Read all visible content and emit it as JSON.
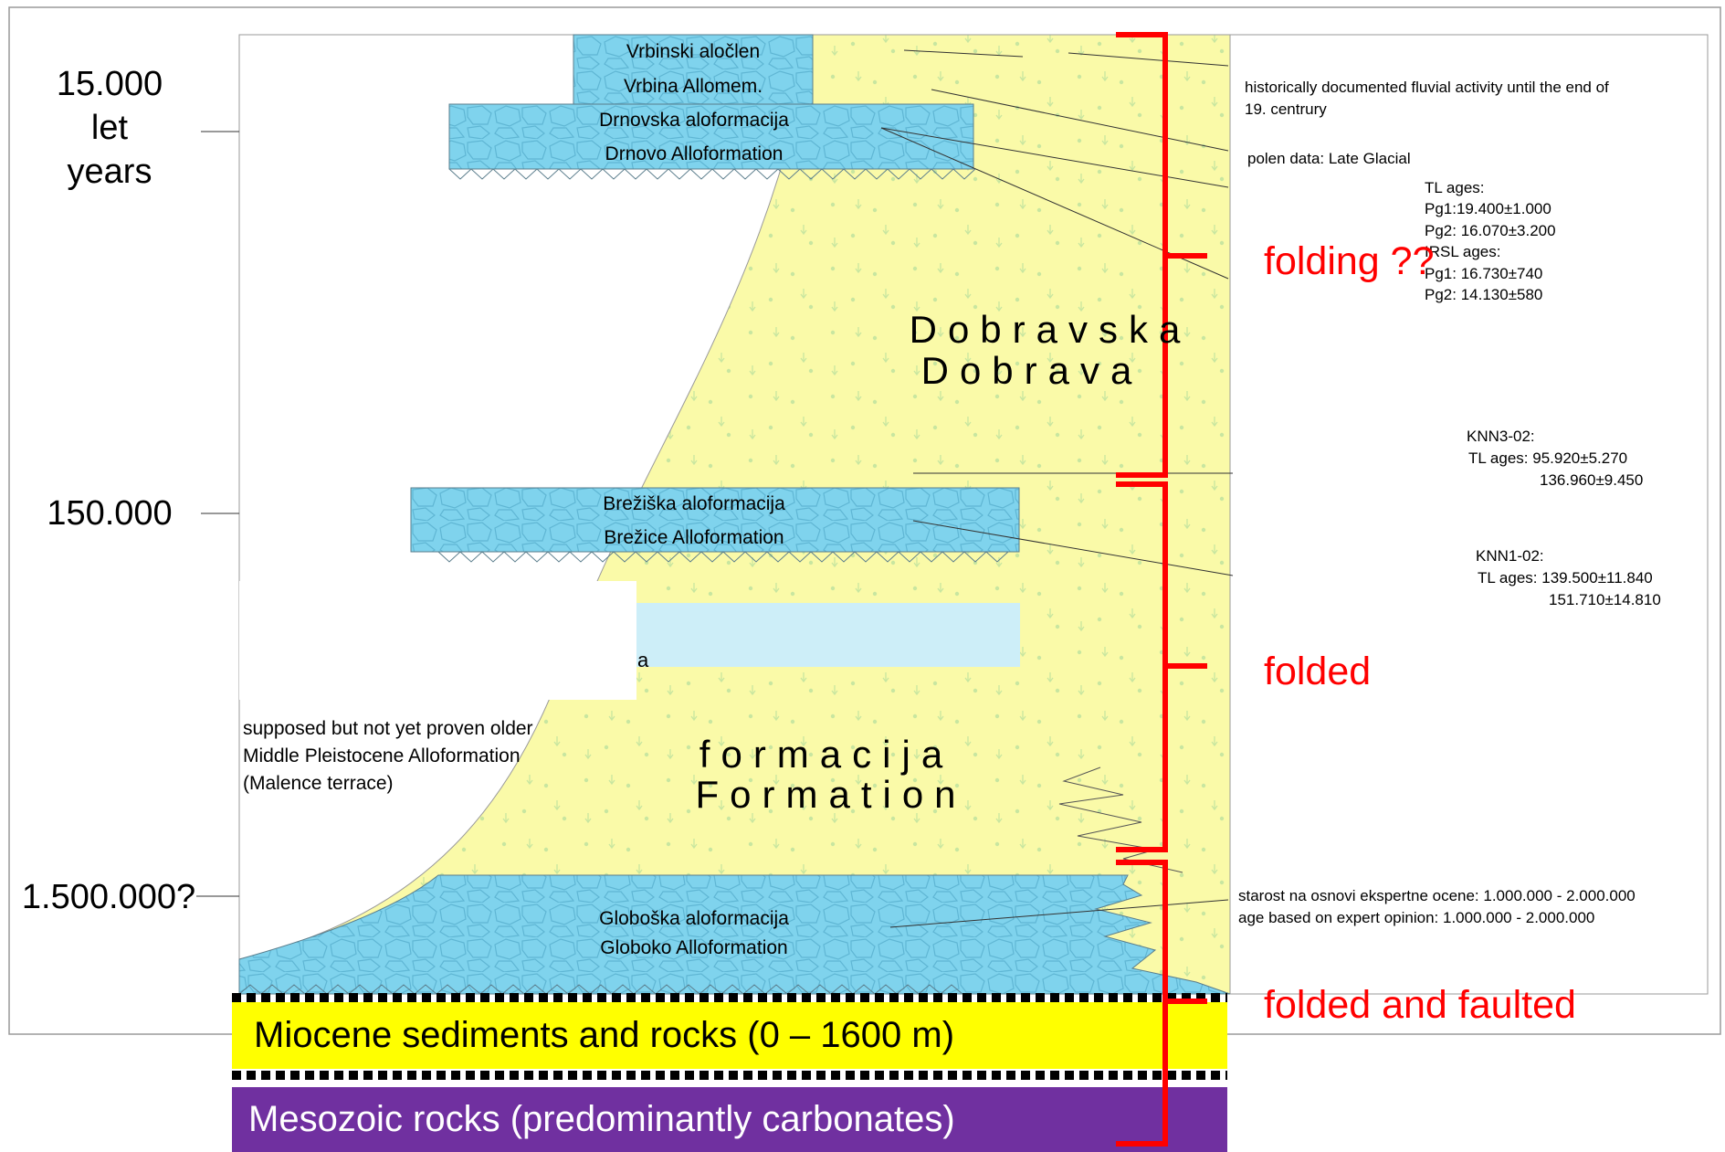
{
  "ages": {
    "a15k": {
      "value": "15.000",
      "unit_sl": "let",
      "unit_en": "years"
    },
    "a150k": "150.000",
    "a1500k": "1.500.000?"
  },
  "units": {
    "vrbina": {
      "sl": "Vrbinski aločlen",
      "en": "Vrbina Allomem."
    },
    "drnovo": {
      "sl": "Drnovska aloformacija",
      "en": "Drnovo Alloformation"
    },
    "brezice": {
      "sl": "Brežiška aloformacija",
      "en": "Brežice Alloformation"
    },
    "globoko": {
      "sl": "Globoška aloformacija",
      "en": "Globoko Alloformation"
    },
    "dobrava": {
      "sl": "Dobravska",
      "en": "Dobrava"
    },
    "formacija": {
      "sl": "formacija",
      "en": "Formation"
    },
    "partial_letter": "a"
  },
  "supposed": {
    "line1": "supposed but not yet proven older",
    "line2": "Middle Pleistocene Alloformation",
    "line3": "(Malence terrace)"
  },
  "notes": {
    "fluvial": {
      "line1": "historically documented fluvial activity until the end of",
      "line2": "19. centrury"
    },
    "polen": "polen data: Late Glacial",
    "tl_ages": [
      "TL ages:",
      "Pg1:19.400±1.000",
      "Pg2: 16.070±3.200",
      "IRSL ages:",
      "Pg1: 16.730±740",
      "Pg2: 14.130±580"
    ],
    "knn3": [
      "KNN3-02:",
      "TL ages: 95.920±5.270",
      "136.960±9.450"
    ],
    "knn1": [
      "KNN1-02:",
      "TL ages: 139.500±11.840",
      "151.710±14.810"
    ],
    "expert": {
      "sl": "starost na osnovi ekspertne ocene: 1.000.000 - 2.000.000",
      "en": "age based on expert opinion: 1.000.000 - 2.000.000"
    }
  },
  "structure": {
    "folding": "folding ??",
    "folded": "folded",
    "folded_faulted": "folded and faulted"
  },
  "bands": {
    "miocene": "Miocene sediments and rocks (0 – 1600 m)",
    "mesozoic": "Mesozoic rocks (predominantly carbonates)"
  },
  "colors": {
    "gravel": "#7fd3ed",
    "sand": "#fafaa8",
    "miocene": "#ffff00",
    "mesozoic": "#7030a0",
    "bracket": "#ff0000"
  }
}
